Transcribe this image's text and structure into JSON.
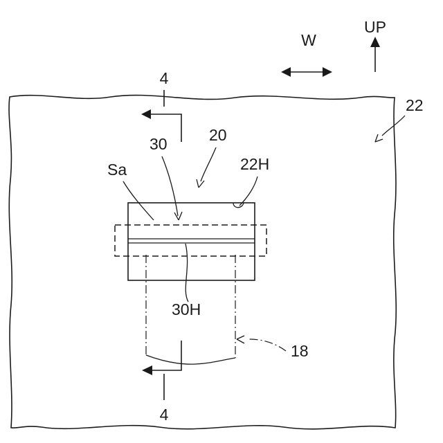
{
  "labels": {
    "direction_width": "W",
    "direction_up": "UP",
    "section_top": "4",
    "section_bottom": "4",
    "panel": "22",
    "assembly": "20",
    "component": "30",
    "region": "Sa",
    "hole_panel": "22H",
    "hole_component": "30H",
    "harness": "18"
  }
}
